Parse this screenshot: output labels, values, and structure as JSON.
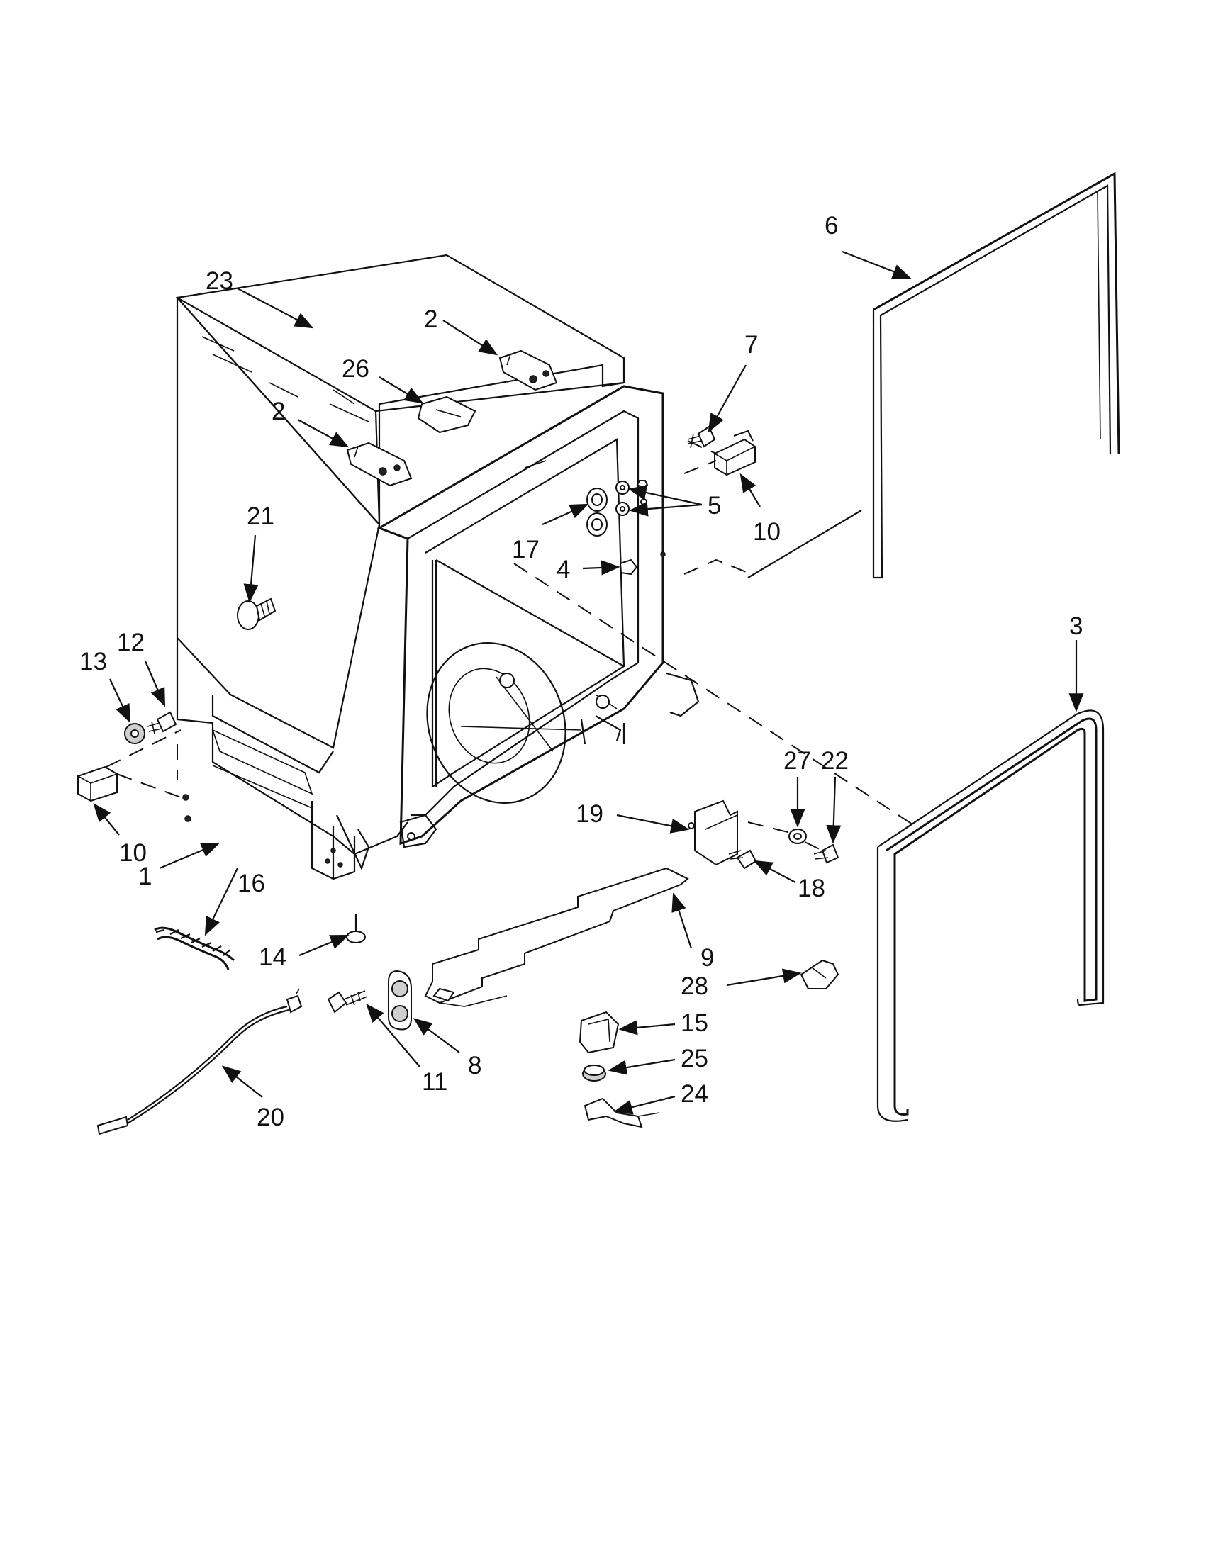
{
  "labels": {
    "l1": "1",
    "l2a": "2",
    "l2b": "2",
    "l3": "3",
    "l4": "4",
    "l5": "5",
    "l6": "6",
    "l7": "7",
    "l8": "8",
    "l9": "9",
    "l10a": "10",
    "l10b": "10",
    "l11": "11",
    "l12": "12",
    "l13": "13",
    "l14": "14",
    "l15": "15",
    "l16": "16",
    "l17": "17",
    "l18": "18",
    "l19": "19",
    "l20": "20",
    "l21": "21",
    "l22": "22",
    "l23": "23",
    "l24": "24",
    "l25": "25",
    "l26": "26",
    "l27": "27",
    "l28": "28"
  }
}
